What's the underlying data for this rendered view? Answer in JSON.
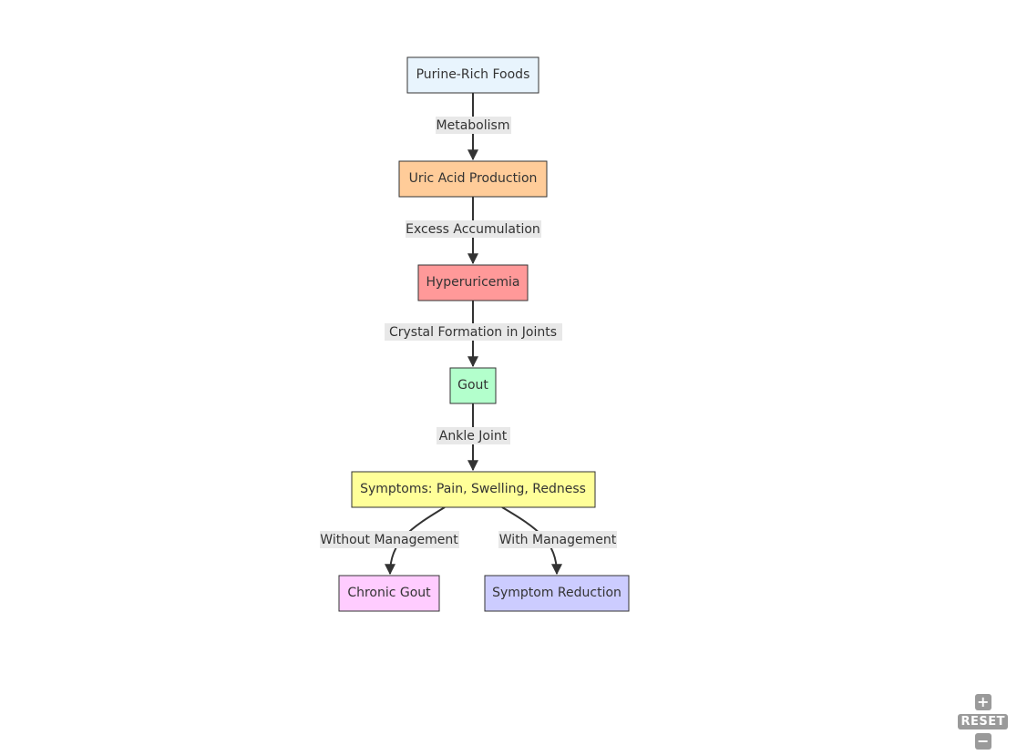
{
  "nodes": [
    {
      "id": "purine",
      "label": "Purine-Rich Foods",
      "fill": "#e8f4fd"
    },
    {
      "id": "uric",
      "label": "Uric Acid Production",
      "fill": "#ffcc99"
    },
    {
      "id": "hyper",
      "label": "Hyperuricemia",
      "fill": "#ff9999"
    },
    {
      "id": "gout",
      "label": "Gout",
      "fill": "#b3ffcc"
    },
    {
      "id": "symptoms",
      "label": "Symptoms: Pain, Swelling, Redness",
      "fill": "#ffff99"
    },
    {
      "id": "chronic",
      "label": "Chronic Gout",
      "fill": "#ffccff"
    },
    {
      "id": "reduction",
      "label": "Symptom Reduction",
      "fill": "#ccccff"
    }
  ],
  "edges": [
    {
      "from": "purine",
      "to": "uric",
      "label": "Metabolism"
    },
    {
      "from": "uric",
      "to": "hyper",
      "label": "Excess Accumulation"
    },
    {
      "from": "hyper",
      "to": "gout",
      "label": "Crystal Formation in Joints"
    },
    {
      "from": "gout",
      "to": "symptoms",
      "label": "Ankle Joint"
    },
    {
      "from": "symptoms",
      "to": "chronic",
      "label": "Without Management"
    },
    {
      "from": "symptoms",
      "to": "reduction",
      "label": "With Management"
    }
  ],
  "controls": {
    "zoom_in": "+",
    "reset": "RESET",
    "zoom_out": "−"
  }
}
